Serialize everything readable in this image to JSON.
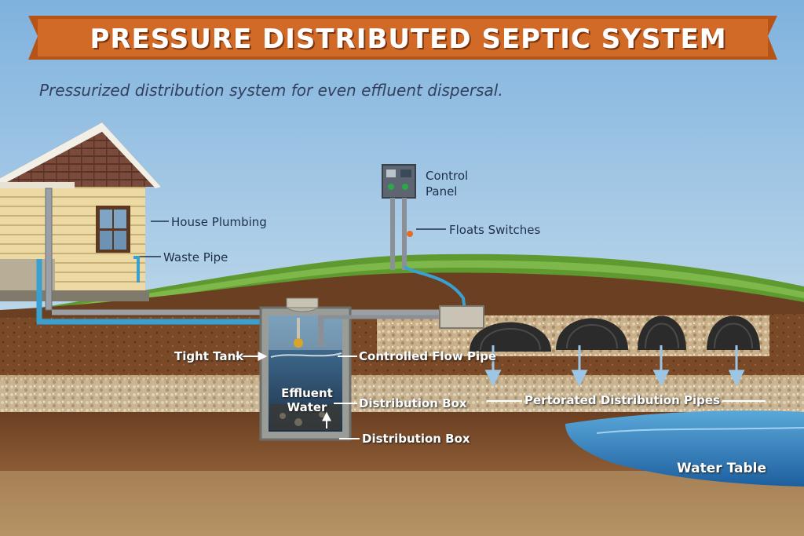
{
  "title": "PRESSURE DISTRIBUTED SEPTIC SYSTEM",
  "subtitle": "Pressurized distribution system for even effluent dispersal.",
  "labels": {
    "control_panel": "Control Panel",
    "control_panel_line1": "Control",
    "control_panel_line2": "Panel",
    "float_switches": "Floats Switches",
    "house_plumbing": "House Plumbing",
    "waste_pipe": "Waste Pipe",
    "tight_tank": "Tight Tank",
    "controlled_flow_pipe": "Controlled Flow Pipe",
    "effluent_water": "Effluent Water",
    "effluent_line1": "Effluent",
    "effluent_line2": "Water",
    "distribution_box_upper": "Distribution Box",
    "distribution_box_lower": "Distribution Box",
    "perforated_pipes": "Pertorated Distribution Pipes",
    "water_table": "Water Table"
  },
  "colors": {
    "banner": "#c8601f",
    "sky": "#9fc6e6",
    "grass": "#5f9a30",
    "soil": "#7a4a28",
    "water": "#2f7fc0",
    "pipe_blue": "#3aa0d0"
  }
}
